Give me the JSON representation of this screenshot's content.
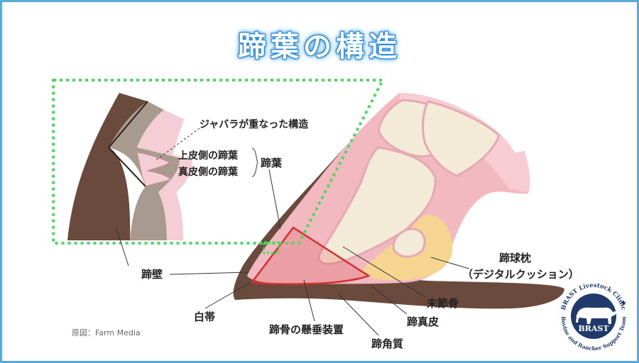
{
  "title": "蹄葉の構造",
  "labels": {
    "bellows": "ジャバラが重なった構造",
    "upper_dermis": "上皮側の蹄葉",
    "true_dermis": "真皮側の蹄葉",
    "laminae": "蹄葉",
    "hoof_wall": "蹄壁",
    "white_line": "白帯",
    "suspensory": "蹄骨の懸垂装置",
    "horn": "蹄角質",
    "corium": "蹄真皮",
    "distal_phalanx": "末節骨",
    "digital_cushion_1": "蹄球枕",
    "digital_cushion_2": "（デジタルクッション）"
  },
  "credit": "原図：Farm Media",
  "logo": {
    "top_text": "BRAST Livestock Clinic",
    "name": "BRAST",
    "bottom_text": "Bovine and Rancher Support Team"
  },
  "colors": {
    "accent": "#5aa9d6",
    "inset_border": "#4cd964",
    "callout": "#d32f2f",
    "horn": "#6b4a3e",
    "dermis": "#f3b9c1",
    "bone": "#f4ead8",
    "cushion": "#f6d591",
    "logo": "#1f3a6b"
  }
}
